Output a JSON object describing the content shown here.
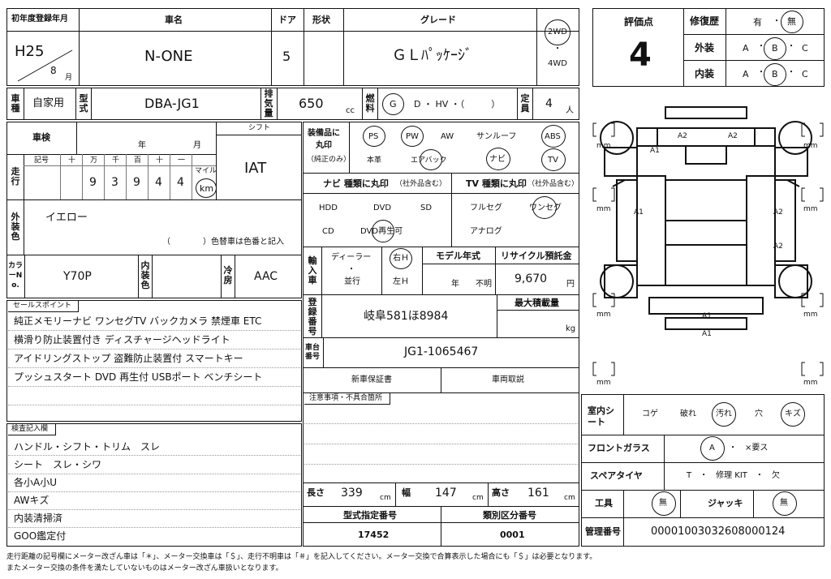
{
  "header": {
    "first_reg_label": "初年度登録年月",
    "era": "H25",
    "month": "8",
    "month_unit": "月",
    "car_name_label": "車名",
    "car_name": "N-ONE",
    "doors_label": "ドア",
    "doors": "5",
    "shape_label": "形状",
    "grade_label": "グレード",
    "grade": "ＧＬﾊﾟｯｹｰｼﾞ",
    "drive_2wd": "2WD",
    "drive_4wd": "4WD",
    "drive_dot": "・"
  },
  "rating": {
    "score_label": "評価点",
    "score": "4",
    "repair_label": "修復歴",
    "repair_yes": "有",
    "repair_no": "無",
    "exterior_label": "外装",
    "interior_label": "内装",
    "grade_a": "A",
    "grade_b": "B",
    "grade_c": "C",
    "dot": "・"
  },
  "row2": {
    "type_label": "車種",
    "usage": "自家用",
    "model_label": "型式",
    "model": "DBA-JG1",
    "displacement_label": "排気量",
    "displacement": "650",
    "cc": "cc",
    "fuel_label": "燃料",
    "fuel_g": "G",
    "fuel_rest": "D ・ HV ・（　　　）",
    "capacity_label": "定員",
    "capacity": "4",
    "person": "人"
  },
  "inspection": {
    "shaken_label": "車検",
    "year": "年",
    "month": "月",
    "shift_label": "シフト",
    "shift": "IAT",
    "odo_label": "走行",
    "digit_headers": [
      "記号",
      "十",
      "万",
      "千",
      "百",
      "十",
      "一",
      "マイル"
    ],
    "digits": [
      "9",
      "3",
      "9",
      "4",
      "4"
    ],
    "km": "km",
    "exterior_color_label": "外装色",
    "exterior_color": "イエロー",
    "color_change": "（　　　　）色替車は色番と記入",
    "color_no_label": "カラーNo.",
    "color_no": "Y70P",
    "interior_color_label": "内装色",
    "ac_label": "冷房",
    "ac": "AAC"
  },
  "equipment": {
    "label_1": "装備品に",
    "label_2": "丸印",
    "label_3": "（純正のみ）",
    "row1": [
      "PS",
      "PW",
      "AW",
      "サンルーフ",
      "ABS"
    ],
    "row2": [
      "本革",
      "エアバック",
      "ナビ",
      "TV"
    ],
    "navi_label": "ナビ 種類に丸印",
    "navi_sub": "（社外品含む）",
    "navi_items": [
      "HDD",
      "DVD",
      "SD",
      "CD",
      "DVD再生可"
    ],
    "tv_label": "TV 種類に丸印",
    "tv_sub": "（社外品含む）",
    "tv_items": [
      "フルセグ",
      "ワンセグ",
      "アナログ"
    ]
  },
  "import": {
    "label": "輸入車",
    "dealer": "ディーラー",
    "dot": "・",
    "parallel": "並行",
    "right": "右Ｈ",
    "left": "左Ｈ",
    "model_year_label": "モデル年式",
    "year": "年",
    "unknown": "不明",
    "recycle_label": "リサイクル預託金",
    "recycle": "9,670",
    "yen": "円"
  },
  "registration": {
    "label": "登録番号",
    "plate": "岐阜581ほ8984",
    "max_load_label": "最大積載量",
    "kg": "kg",
    "chassis_label": "車台番号",
    "chassis": "JG1-1065467",
    "warranty": "新車保証書",
    "manual": "車両取説",
    "notes_label": "注意事項・不具合箇所"
  },
  "sales": {
    "label": "セールスポイント",
    "lines": [
      "純正メモリーナビ ワンセグTV バックカメラ 禁煙車 ETC",
      "横滑り防止装置付き ディスチャージヘッドライト",
      "アイドリングストップ 盗難防止装置付 スマートキー",
      "プッシュスタート DVD 再生付 USBポート ベンチシート"
    ]
  },
  "check": {
    "label": "検査記入欄",
    "lines": [
      "ハンドル・シフト・トリム　スレ",
      "シート　スレ・シワ",
      "各小A小U",
      "AWキズ",
      "内装清掃済",
      "GOO鑑定付"
    ]
  },
  "dimensions": {
    "length_label": "長さ",
    "length": "339",
    "width_label": "幅",
    "width": "147",
    "height_label": "高さ",
    "height": "161",
    "cm": "cm",
    "type_designation_label": "型式指定番号",
    "type_designation": "17452",
    "category_label": "類別区分番号",
    "category": "0001"
  },
  "condition": {
    "room_label": "室内シート",
    "room_items": [
      "コゲ",
      "破れ",
      "汚れ",
      "穴",
      "キズ"
    ],
    "glass_label": "フロントガラス",
    "glass_a": "A",
    "glass_rest": "・　×要ス",
    "spare_label": "スペアタイヤ",
    "spare_rest": "T　・　修理 KIT　・　欠",
    "tool_label": "工具",
    "tool": "無",
    "jack_label": "ジャッキ",
    "jack": "無",
    "mgmt_label": "管理番号",
    "mgmt": "00001003032608000124"
  },
  "diagram": {
    "marks": [
      "A2",
      "A2",
      "A1",
      "A1",
      "A2",
      "A2",
      "A1",
      "A1"
    ],
    "mm": "mm"
  },
  "footer": {
    "line1": "走行距離の記号欄にメーター改ざん車は「＊」、メーター交換車は「＄」、走行不明車は「＃」を記入してください。メーター交換で合算表示した場合にも「＄」は必要となります。",
    "line2": "またメーター交換の条件を満たしていないものはメーター改ざん車扱いとなります。"
  }
}
